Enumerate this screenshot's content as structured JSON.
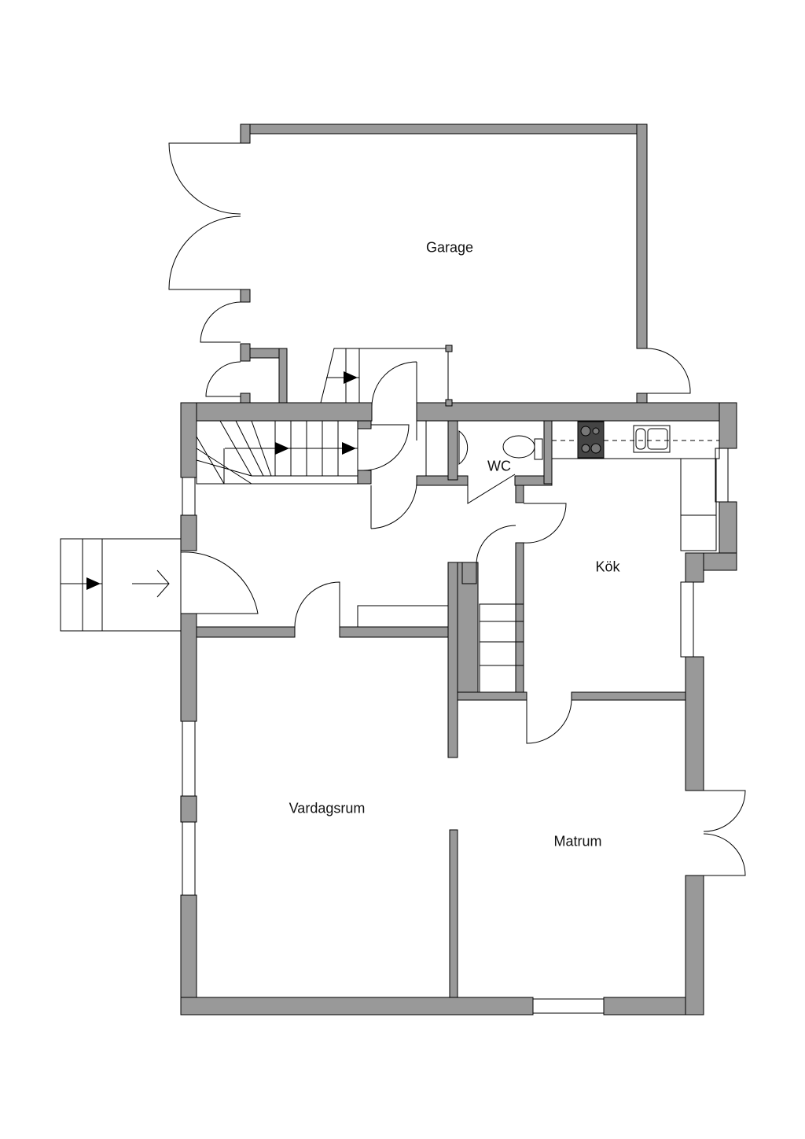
{
  "rooms": {
    "garage": "Garage",
    "wc": "WC",
    "kitchen": "Kök",
    "living_room": "Vardagsrum",
    "dining_room": "Matrum"
  },
  "colors": {
    "wall": "#999999",
    "line": "#000000",
    "background": "#ffffff"
  }
}
